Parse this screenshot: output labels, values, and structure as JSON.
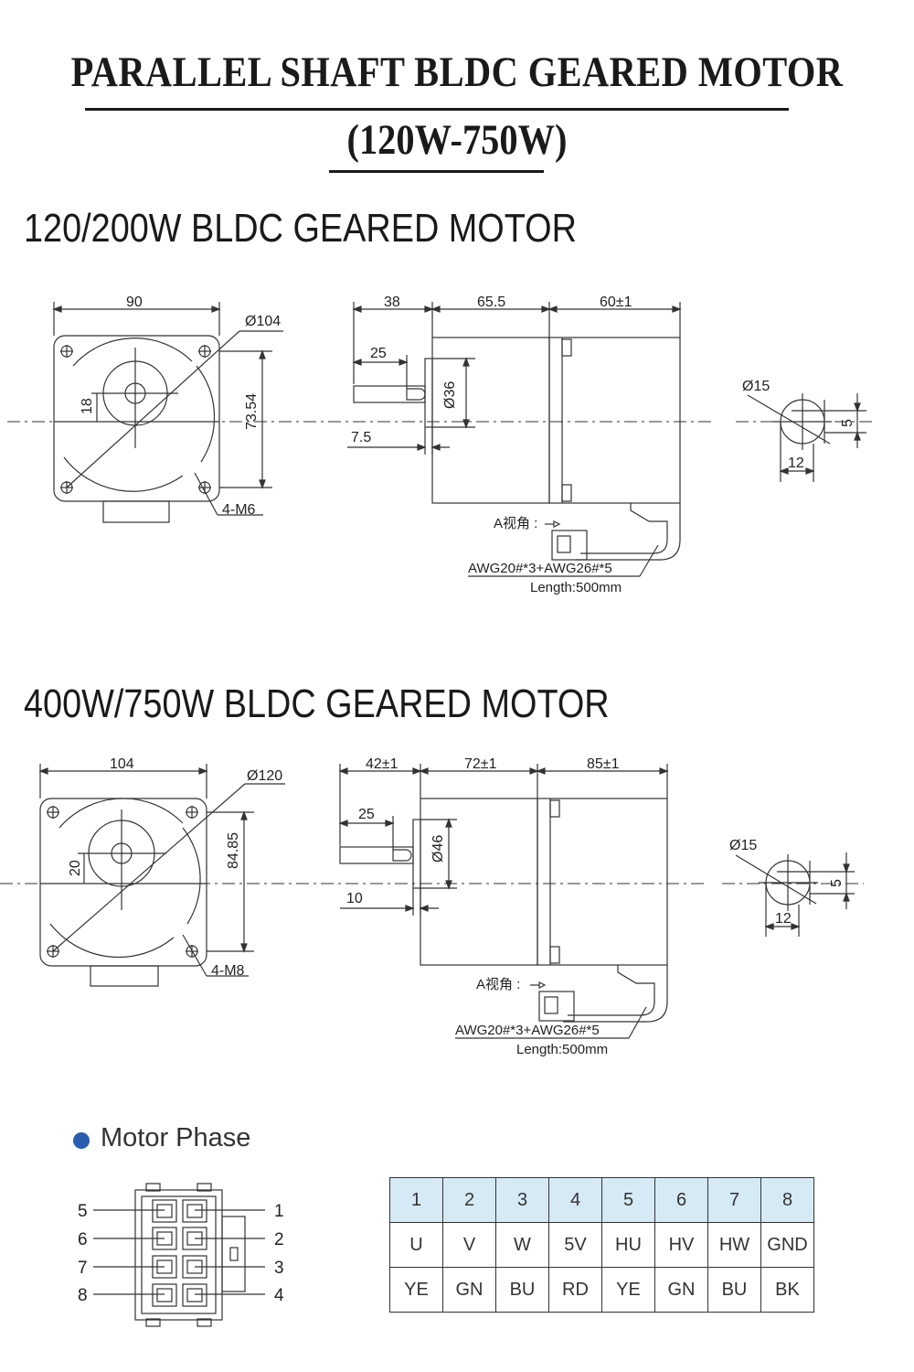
{
  "title": "PARALLEL SHAFT BLDC GEARED MOTOR",
  "subtitle": "(120W-750W)",
  "section1": {
    "heading": "120/200W BLDC GEARED MOTOR",
    "dims": {
      "width": "90",
      "dia_flange": "Ø104",
      "bolt_span": "73.54",
      "offset": "18",
      "holes": "4-M6",
      "shaft_len": "38",
      "gear_len": "65.5",
      "motor_len": "60±1",
      "key_len": "25",
      "pilot": "Ø36",
      "pilot_depth": "7.5",
      "shaft_dia": "Ø15",
      "key_h": "5",
      "key_d": "12"
    },
    "view_label": "A视角 :",
    "cable_label": "AWG20#*3+AWG26#*5",
    "length_label": "Length:500mm"
  },
  "section2": {
    "heading": "400W/750W BLDC GEARED MOTOR",
    "dims": {
      "width": "104",
      "dia_flange": "Ø120",
      "bolt_span": "84.85",
      "offset": "20",
      "holes": "4-M8",
      "shaft_len": "42±1",
      "gear_len": "72±1",
      "motor_len": "85±1",
      "key_len": "25",
      "pilot": "Ø46",
      "pilot_depth": "10",
      "shaft_dia": "Ø15",
      "key_h": "5",
      "key_d": "12"
    },
    "view_label": "A视角 :",
    "cable_label": "AWG20#*3+AWG26#*5",
    "length_label": "Length:500mm"
  },
  "phase": {
    "heading": "Motor Phase",
    "connector_pins_left": [
      "5",
      "6",
      "7",
      "8"
    ],
    "connector_pins_right": [
      "1",
      "2",
      "3",
      "4"
    ],
    "table": {
      "pins": [
        "1",
        "2",
        "3",
        "4",
        "5",
        "6",
        "7",
        "8"
      ],
      "signals": [
        "U",
        "V",
        "W",
        "5V",
        "HU",
        "HV",
        "HW",
        "GND"
      ],
      "colors": [
        "YE",
        "GN",
        "BU",
        "RD",
        "YE",
        "GN",
        "BU",
        "BK"
      ]
    }
  }
}
